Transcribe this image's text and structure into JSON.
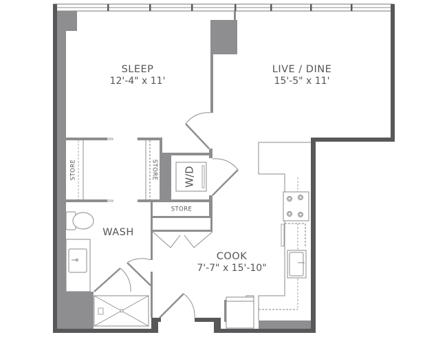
{
  "plan": {
    "colors": {
      "exterior_wall": "#58585a",
      "interior_wall": "#8e8e90",
      "fixture_line": "#8a8a8c",
      "text": "#555559",
      "background": "#ffffff"
    },
    "rooms": {
      "sleep": {
        "name": "SLEEP",
        "dimensions": "12'-4\" x 11'"
      },
      "live_dine": {
        "name": "LIVE / DINE",
        "dimensions": "15'-5\" x 11'"
      },
      "wash": {
        "name": "WASH"
      },
      "cook": {
        "name": "COOK",
        "dimensions": "7'-7\" x 15'-10\""
      }
    },
    "closets": {
      "store_left": "STORE",
      "store_middle": "STORE",
      "store_lower": "STORE"
    },
    "appliances": {
      "washer_dryer": "W/D"
    }
  }
}
